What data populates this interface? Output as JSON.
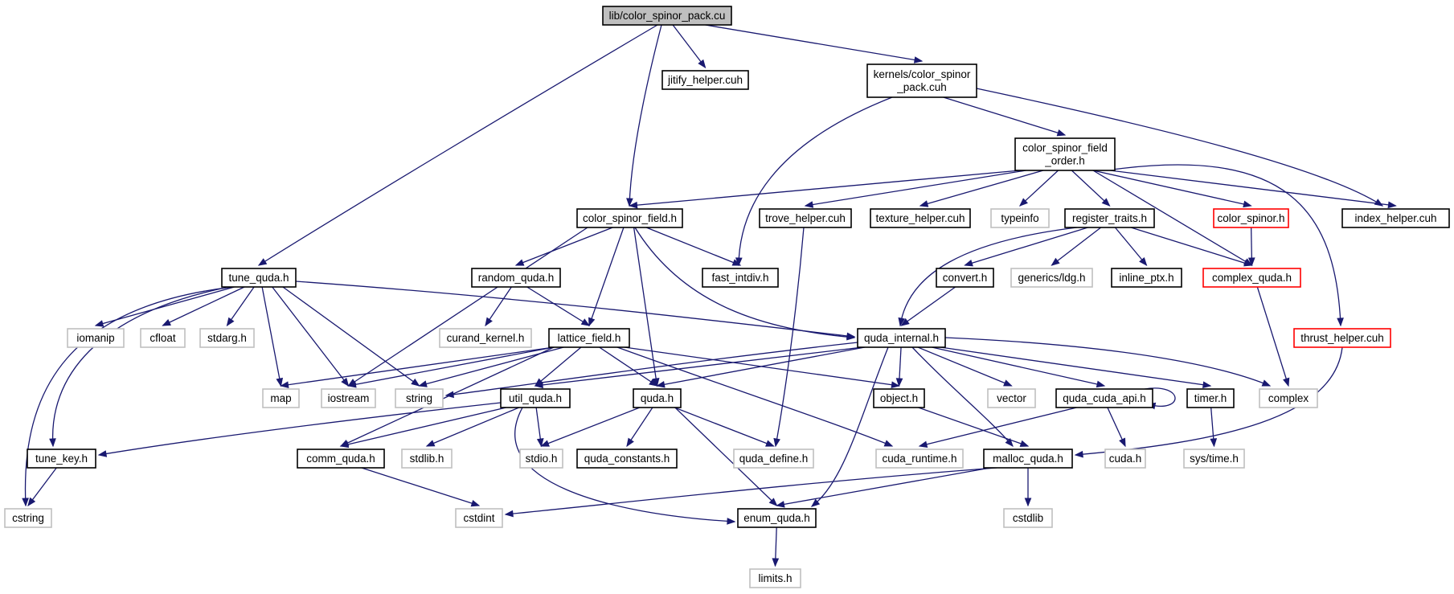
{
  "graph": {
    "nodes": [
      {
        "id": "root",
        "lines": [
          "lib/color_spinor_pack.cu"
        ],
        "style": "root"
      },
      {
        "id": "jitify",
        "lines": [
          "jitify_helper.cuh"
        ],
        "style": "normal"
      },
      {
        "id": "kpack",
        "lines": [
          "kernels/color_spinor",
          "_pack.cuh"
        ],
        "style": "normal"
      },
      {
        "id": "csfo",
        "lines": [
          "color_spinor_field",
          "_order.h"
        ],
        "style": "normal"
      },
      {
        "id": "csf",
        "lines": [
          "color_spinor_field.h"
        ],
        "style": "normal"
      },
      {
        "id": "trove",
        "lines": [
          "trove_helper.cuh"
        ],
        "style": "normal"
      },
      {
        "id": "texture",
        "lines": [
          "texture_helper.cuh"
        ],
        "style": "normal"
      },
      {
        "id": "typeinfo",
        "lines": [
          "typeinfo"
        ],
        "style": "external"
      },
      {
        "id": "regtraits",
        "lines": [
          "register_traits.h"
        ],
        "style": "normal"
      },
      {
        "id": "colspinor",
        "lines": [
          "color_spinor.h"
        ],
        "style": "red"
      },
      {
        "id": "indexh",
        "lines": [
          "index_helper.cuh"
        ],
        "style": "normal"
      },
      {
        "id": "tune",
        "lines": [
          "tune_quda.h"
        ],
        "style": "normal"
      },
      {
        "id": "random",
        "lines": [
          "random_quda.h"
        ],
        "style": "normal"
      },
      {
        "id": "fastint",
        "lines": [
          "fast_intdiv.h"
        ],
        "style": "normal"
      },
      {
        "id": "convert",
        "lines": [
          "convert.h"
        ],
        "style": "normal"
      },
      {
        "id": "ldg",
        "lines": [
          "generics/ldg.h"
        ],
        "style": "external"
      },
      {
        "id": "ptx",
        "lines": [
          "inline_ptx.h"
        ],
        "style": "normal"
      },
      {
        "id": "complexq",
        "lines": [
          "complex_quda.h"
        ],
        "style": "red"
      },
      {
        "id": "iomanip",
        "lines": [
          "iomanip"
        ],
        "style": "external"
      },
      {
        "id": "cfloat",
        "lines": [
          "cfloat"
        ],
        "style": "external"
      },
      {
        "id": "stdarg",
        "lines": [
          "stdarg.h"
        ],
        "style": "external"
      },
      {
        "id": "curand",
        "lines": [
          "curand_kernel.h"
        ],
        "style": "external"
      },
      {
        "id": "lattice",
        "lines": [
          "lattice_field.h"
        ],
        "style": "normal"
      },
      {
        "id": "qinternal",
        "lines": [
          "quda_internal.h"
        ],
        "style": "normal"
      },
      {
        "id": "thrust",
        "lines": [
          "thrust_helper.cuh"
        ],
        "style": "red"
      },
      {
        "id": "map",
        "lines": [
          "map"
        ],
        "style": "external"
      },
      {
        "id": "iostream",
        "lines": [
          "iostream"
        ],
        "style": "external"
      },
      {
        "id": "string",
        "lines": [
          "string"
        ],
        "style": "external"
      },
      {
        "id": "util",
        "lines": [
          "util_quda.h"
        ],
        "style": "normal"
      },
      {
        "id": "quda",
        "lines": [
          "quda.h"
        ],
        "style": "normal"
      },
      {
        "id": "object",
        "lines": [
          "object.h"
        ],
        "style": "normal"
      },
      {
        "id": "vector",
        "lines": [
          "vector"
        ],
        "style": "external"
      },
      {
        "id": "cudaapi",
        "lines": [
          "quda_cuda_api.h"
        ],
        "style": "normal"
      },
      {
        "id": "timer",
        "lines": [
          "timer.h"
        ],
        "style": "normal"
      },
      {
        "id": "complex",
        "lines": [
          "complex"
        ],
        "style": "external"
      },
      {
        "id": "tunekey",
        "lines": [
          "tune_key.h"
        ],
        "style": "normal"
      },
      {
        "id": "comm",
        "lines": [
          "comm_quda.h"
        ],
        "style": "normal"
      },
      {
        "id": "stdlib",
        "lines": [
          "stdlib.h"
        ],
        "style": "external"
      },
      {
        "id": "stdio",
        "lines": [
          "stdio.h"
        ],
        "style": "external"
      },
      {
        "id": "qconst",
        "lines": [
          "quda_constants.h"
        ],
        "style": "normal"
      },
      {
        "id": "qdefine",
        "lines": [
          "quda_define.h"
        ],
        "style": "external"
      },
      {
        "id": "cudart",
        "lines": [
          "cuda_runtime.h"
        ],
        "style": "external"
      },
      {
        "id": "malloc",
        "lines": [
          "malloc_quda.h"
        ],
        "style": "normal"
      },
      {
        "id": "cudah",
        "lines": [
          "cuda.h"
        ],
        "style": "external"
      },
      {
        "id": "systime",
        "lines": [
          "sys/time.h"
        ],
        "style": "external"
      },
      {
        "id": "cstring",
        "lines": [
          "cstring"
        ],
        "style": "external"
      },
      {
        "id": "cstdint",
        "lines": [
          "cstdint"
        ],
        "style": "external"
      },
      {
        "id": "enumq",
        "lines": [
          "enum_quda.h"
        ],
        "style": "normal"
      },
      {
        "id": "cstdlib",
        "lines": [
          "cstdlib"
        ],
        "style": "external"
      },
      {
        "id": "limits",
        "lines": [
          "limits.h"
        ],
        "style": "external"
      }
    ],
    "edges": [
      [
        "root",
        "jitify"
      ],
      [
        "root",
        "kpack"
      ],
      [
        "root",
        "csf"
      ],
      [
        "root",
        "tune"
      ],
      [
        "kpack",
        "csfo"
      ],
      [
        "kpack",
        "fastint"
      ],
      [
        "kpack",
        "indexh"
      ],
      [
        "csfo",
        "csf"
      ],
      [
        "csfo",
        "trove"
      ],
      [
        "csfo",
        "texture"
      ],
      [
        "csfo",
        "typeinfo"
      ],
      [
        "csfo",
        "regtraits"
      ],
      [
        "csfo",
        "colspinor"
      ],
      [
        "csfo",
        "indexh"
      ],
      [
        "csfo",
        "complexq"
      ],
      [
        "csfo",
        "thrust"
      ],
      [
        "csf",
        "random"
      ],
      [
        "csf",
        "fastint"
      ],
      [
        "csf",
        "lattice"
      ],
      [
        "csf",
        "qinternal"
      ],
      [
        "csf",
        "quda"
      ],
      [
        "csf",
        "iostream"
      ],
      [
        "trove",
        "qdefine"
      ],
      [
        "regtraits",
        "convert"
      ],
      [
        "regtraits",
        "ldg"
      ],
      [
        "regtraits",
        "ptx"
      ],
      [
        "regtraits",
        "complexq"
      ],
      [
        "regtraits",
        "qinternal"
      ],
      [
        "colspinor",
        "complexq"
      ],
      [
        "complexq",
        "complex"
      ],
      [
        "tune",
        "iomanip"
      ],
      [
        "tune",
        "cfloat"
      ],
      [
        "tune",
        "stdarg"
      ],
      [
        "tune",
        "map"
      ],
      [
        "tune",
        "iostream"
      ],
      [
        "tune",
        "string"
      ],
      [
        "tune",
        "qinternal"
      ],
      [
        "tune",
        "tunekey"
      ],
      [
        "tune",
        "cstring"
      ],
      [
        "random",
        "curand"
      ],
      [
        "random",
        "lattice"
      ],
      [
        "convert",
        "qinternal"
      ],
      [
        "lattice",
        "map"
      ],
      [
        "lattice",
        "iostream"
      ],
      [
        "lattice",
        "string"
      ],
      [
        "lattice",
        "util"
      ],
      [
        "lattice",
        "quda"
      ],
      [
        "lattice",
        "object"
      ],
      [
        "lattice",
        "cudart"
      ],
      [
        "lattice",
        "comm"
      ],
      [
        "qinternal",
        "string"
      ],
      [
        "qinternal",
        "util"
      ],
      [
        "qinternal",
        "quda"
      ],
      [
        "qinternal",
        "object"
      ],
      [
        "qinternal",
        "vector"
      ],
      [
        "qinternal",
        "cudaapi"
      ],
      [
        "qinternal",
        "timer"
      ],
      [
        "qinternal",
        "complex"
      ],
      [
        "qinternal",
        "malloc"
      ],
      [
        "qinternal",
        "enumq"
      ],
      [
        "thrust",
        "malloc"
      ],
      [
        "util",
        "tunekey"
      ],
      [
        "util",
        "comm"
      ],
      [
        "util",
        "stdlib"
      ],
      [
        "util",
        "stdio"
      ],
      [
        "util",
        "enumq"
      ],
      [
        "quda",
        "stdio"
      ],
      [
        "quda",
        "qconst"
      ],
      [
        "quda",
        "qdefine"
      ],
      [
        "quda",
        "enumq"
      ],
      [
        "object",
        "malloc"
      ],
      [
        "cudaapi",
        "cudart"
      ],
      [
        "cudaapi",
        "cudah"
      ],
      [
        "cudaapi",
        "cudaapi"
      ],
      [
        "timer",
        "systime"
      ],
      [
        "tunekey",
        "cstring"
      ],
      [
        "comm",
        "cstdint"
      ],
      [
        "malloc",
        "cstdint"
      ],
      [
        "malloc",
        "enumq"
      ],
      [
        "malloc",
        "cstdlib"
      ],
      [
        "enumq",
        "limits"
      ]
    ]
  },
  "colors": {
    "edge": "#191970",
    "normal_border": "#000000",
    "external_border": "#bfbfbf",
    "red_border": "#ff0000",
    "root_fill": "#bfbfbf",
    "text": "#000000"
  }
}
